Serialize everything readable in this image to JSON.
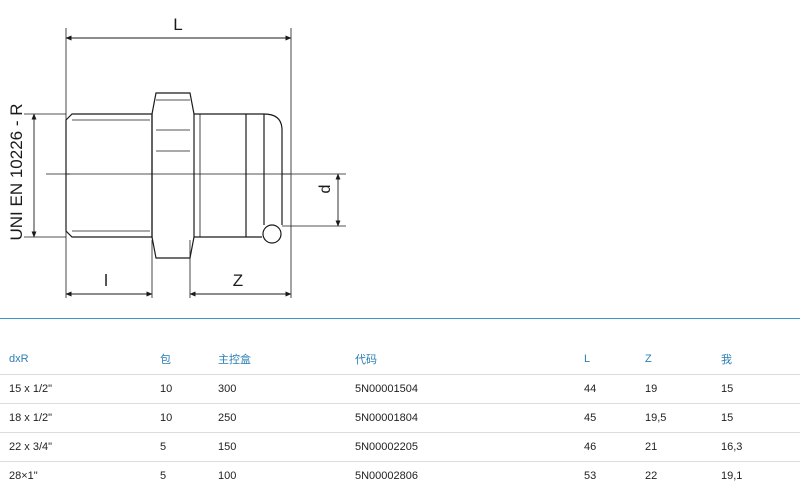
{
  "drawing": {
    "dim_L": "L",
    "dim_l": "l",
    "dim_Z": "Z",
    "dim_d": "d",
    "thread_standard": "UNI EN 10226 - R"
  },
  "table": {
    "headers": [
      "dxR",
      "包",
      "主控盒",
      "代码",
      "L",
      "Z",
      "我"
    ],
    "rows": [
      [
        "15 x 1/2\"",
        "10",
        "300",
        "5N00001504",
        "44",
        "19",
        "15"
      ],
      [
        "18 x 1/2\"",
        "10",
        "250",
        "5N00001804",
        "45",
        "19,5",
        "15"
      ],
      [
        "22 x 3/4\"",
        "5",
        "150",
        "5N00002205",
        "46",
        "21",
        "16,3"
      ],
      [
        "28×1\"",
        "5",
        "100",
        "5N00002806",
        "53",
        "22",
        "19,1"
      ]
    ]
  },
  "colors": {
    "header_text": "#2b7fb5",
    "separator": "#3a98c9",
    "line": "#1a1a1a"
  }
}
